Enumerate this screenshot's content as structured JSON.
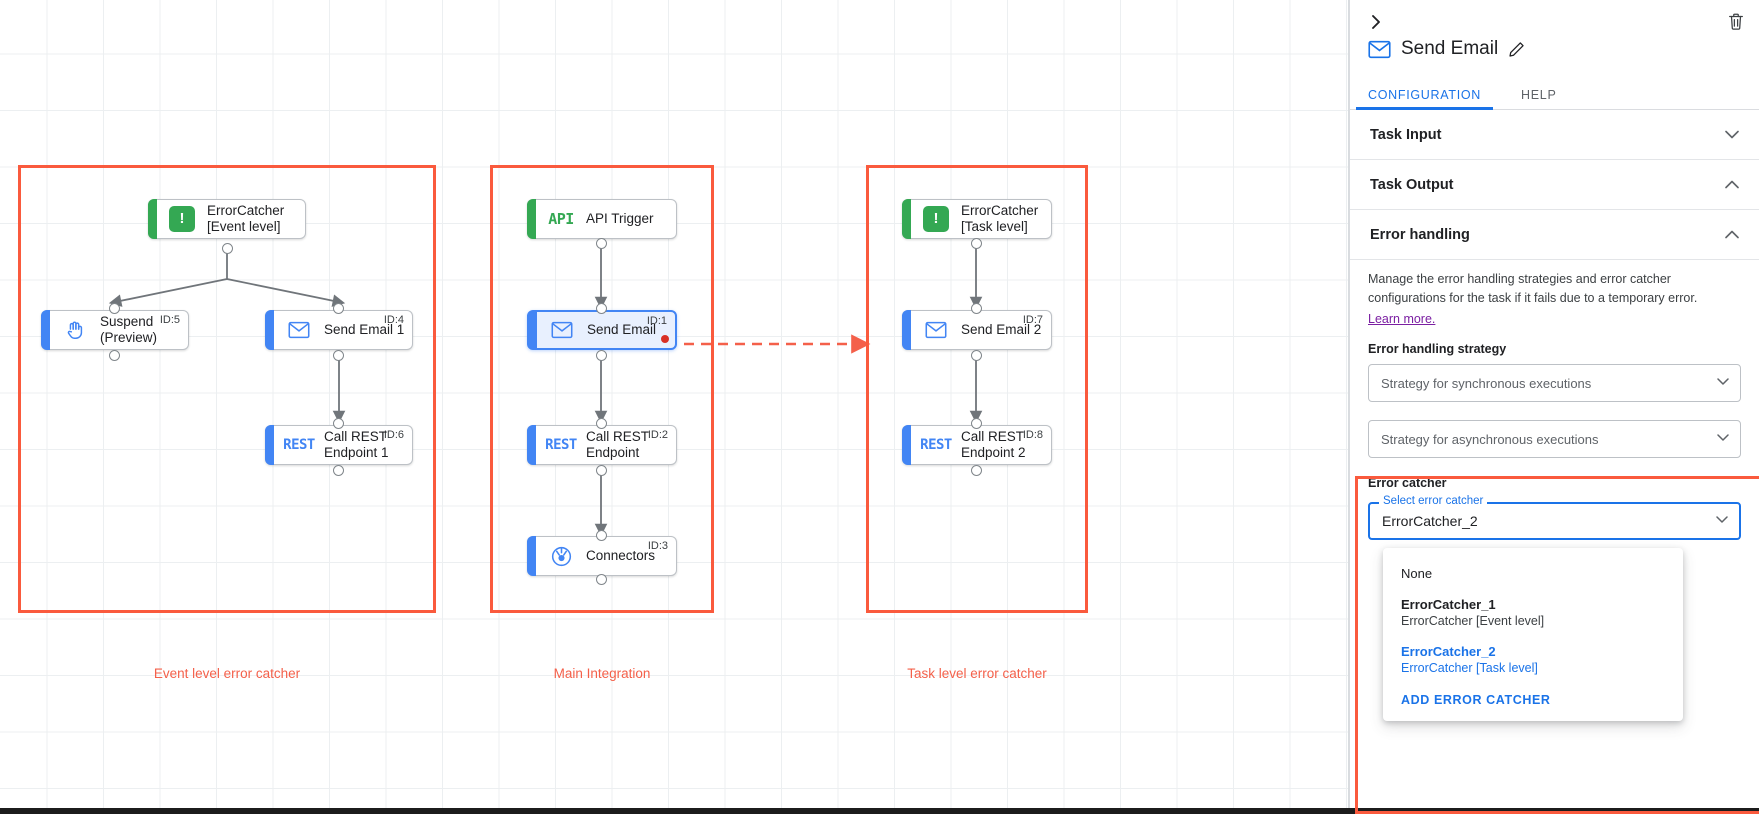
{
  "canvas": {
    "groups": [
      {
        "caption": "Event level error catcher"
      },
      {
        "caption": "Main Integration"
      },
      {
        "caption": "Task level error catcher"
      }
    ],
    "nodes": {
      "error_catcher_event": {
        "title": "ErrorCatcher\n[Event level]",
        "icon": "error-catcher-icon",
        "id": ""
      },
      "suspend": {
        "title": "Suspend\n(Preview)",
        "icon": "hand-icon",
        "id": "ID:5"
      },
      "send_email_1": {
        "title": "Send Email 1",
        "icon": "envelope-icon",
        "id": "ID:4"
      },
      "call_rest_1": {
        "title": "Call REST\nEndpoint 1",
        "icon": "rest-icon",
        "id": "ID:6"
      },
      "api_trigger": {
        "title": "API Trigger",
        "icon": "api-icon",
        "id": ""
      },
      "send_email": {
        "title": "Send Email",
        "icon": "envelope-icon",
        "id": "ID:1"
      },
      "call_rest": {
        "title": "Call REST\nEndpoint",
        "icon": "rest-icon",
        "id": "ID:2"
      },
      "connectors": {
        "title": "Connectors",
        "icon": "connectors-icon",
        "id": "ID:3"
      },
      "error_catcher_task": {
        "title": "ErrorCatcher\n[Task level]",
        "icon": "error-catcher-icon",
        "id": ""
      },
      "send_email_2": {
        "title": "Send Email 2",
        "icon": "envelope-icon",
        "id": "ID:7"
      },
      "call_rest_2": {
        "title": "Call REST\nEndpoint 2",
        "icon": "rest-icon",
        "id": "ID:8"
      }
    },
    "icon_text": {
      "api": "API",
      "rest": "REST",
      "bang": "!"
    }
  },
  "panel": {
    "collapse_icon": "chevron-right-icon",
    "delete_icon": "trash-icon",
    "title": "Send Email",
    "title_icon": "envelope-icon",
    "edit_icon": "pencil-icon",
    "tabs": [
      {
        "label": "CONFIGURATION",
        "active": true
      },
      {
        "label": "HELP",
        "active": false
      }
    ],
    "sections": [
      {
        "title": "Task Input",
        "expanded": false
      },
      {
        "title": "Task Output",
        "expanded": true
      },
      {
        "title": "Error handling",
        "expanded": true
      }
    ],
    "error_handling": {
      "description": "Manage the error handling strategies and error catcher configurations for the task if it fails due to a temporary error.",
      "learn_more": "Learn more.",
      "strategy_label": "Error handling strategy",
      "sync_placeholder": "Strategy for synchronous executions",
      "async_placeholder": "Strategy for asynchronous executions",
      "error_catcher_label": "Error catcher",
      "select_float_label": "Select error catcher",
      "selected_value": "ErrorCatcher_2",
      "dropdown_options": [
        {
          "main": "None",
          "sub": "",
          "selected": false,
          "bold": false
        },
        {
          "main": "ErrorCatcher_1",
          "sub": "ErrorCatcher [Event level]",
          "selected": false,
          "bold": true
        },
        {
          "main": "ErrorCatcher_2",
          "sub": "ErrorCatcher [Task level]",
          "selected": true,
          "bold": true
        }
      ],
      "add_action": "ADD ERROR CATCHER"
    }
  },
  "colors": {
    "accent_blue": "#1a73e8",
    "highlight_red": "#fa5a3d",
    "green": "#34a853",
    "error_dot": "#d93025",
    "link_purple": "#7b1fa2"
  }
}
